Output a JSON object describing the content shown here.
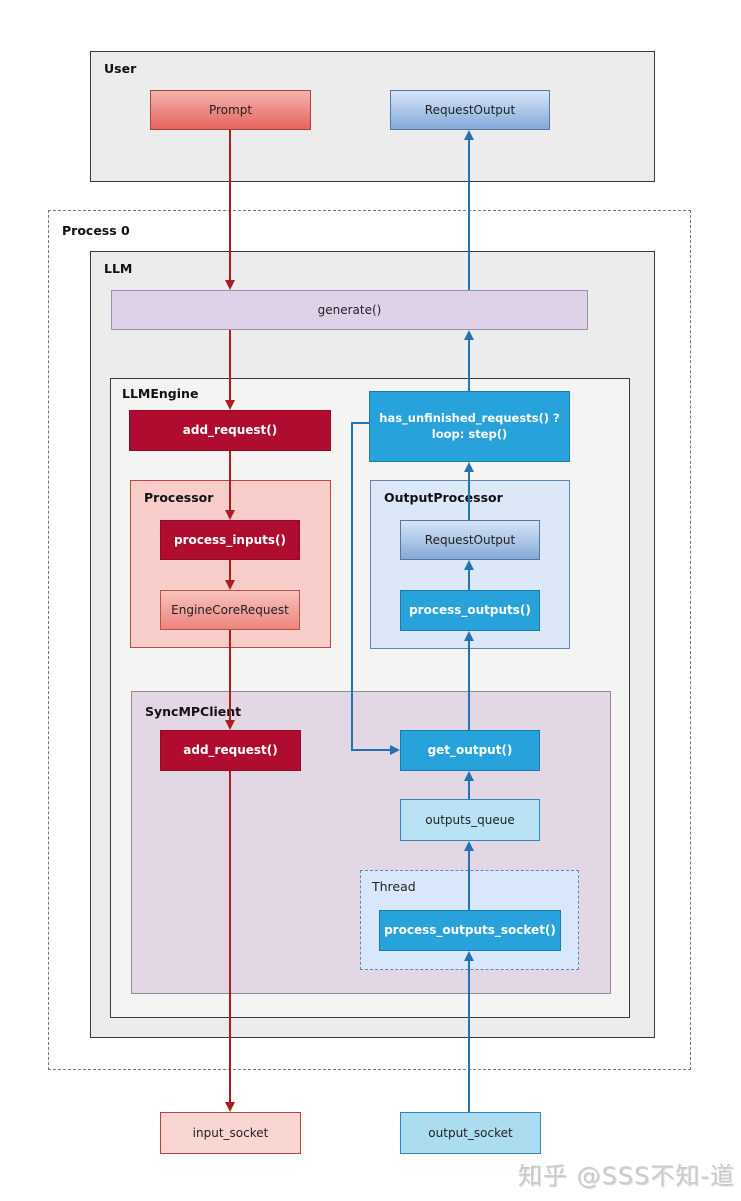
{
  "user": {
    "label": "User",
    "prompt": "Prompt",
    "request_output": "RequestOutput"
  },
  "process0": {
    "label": "Process 0"
  },
  "llm": {
    "label": "LLM",
    "generate": "generate()"
  },
  "llm_engine": {
    "label": "LLMEngine",
    "add_request": "add_request()",
    "has_unfinished_line1": "has_unfinished_requests() ?",
    "has_unfinished_line2": "loop: step()"
  },
  "processor": {
    "label": "Processor",
    "process_inputs": "process_inputs()",
    "engine_core_request": "EngineCoreRequest"
  },
  "output_processor": {
    "label": "OutputProcessor",
    "request_output": "RequestOutput",
    "process_outputs": "process_outputs()"
  },
  "sync_mp_client": {
    "label": "SyncMPClient",
    "add_request": "add_request()",
    "get_output": "get_output()",
    "outputs_queue": "outputs_queue"
  },
  "thread": {
    "label": "Thread",
    "process_outputs_socket": "process_outputs_socket()"
  },
  "sockets": {
    "input": "input_socket",
    "output": "output_socket"
  },
  "watermark": "知乎 @SSS不知-道",
  "colors": {
    "crimson": "#b00c2f",
    "bright_blue": "#27a2da",
    "red_arrow": "#aa1e23",
    "blue_arrow": "#2273b0",
    "lavender": "#ded2e9",
    "pink_container": "#f8cdc9",
    "blue_container": "#dce8f8",
    "mauve_container": "#e3d7e6",
    "thread_fill": "#d8e7fb",
    "gray_container": "#ececec"
  }
}
